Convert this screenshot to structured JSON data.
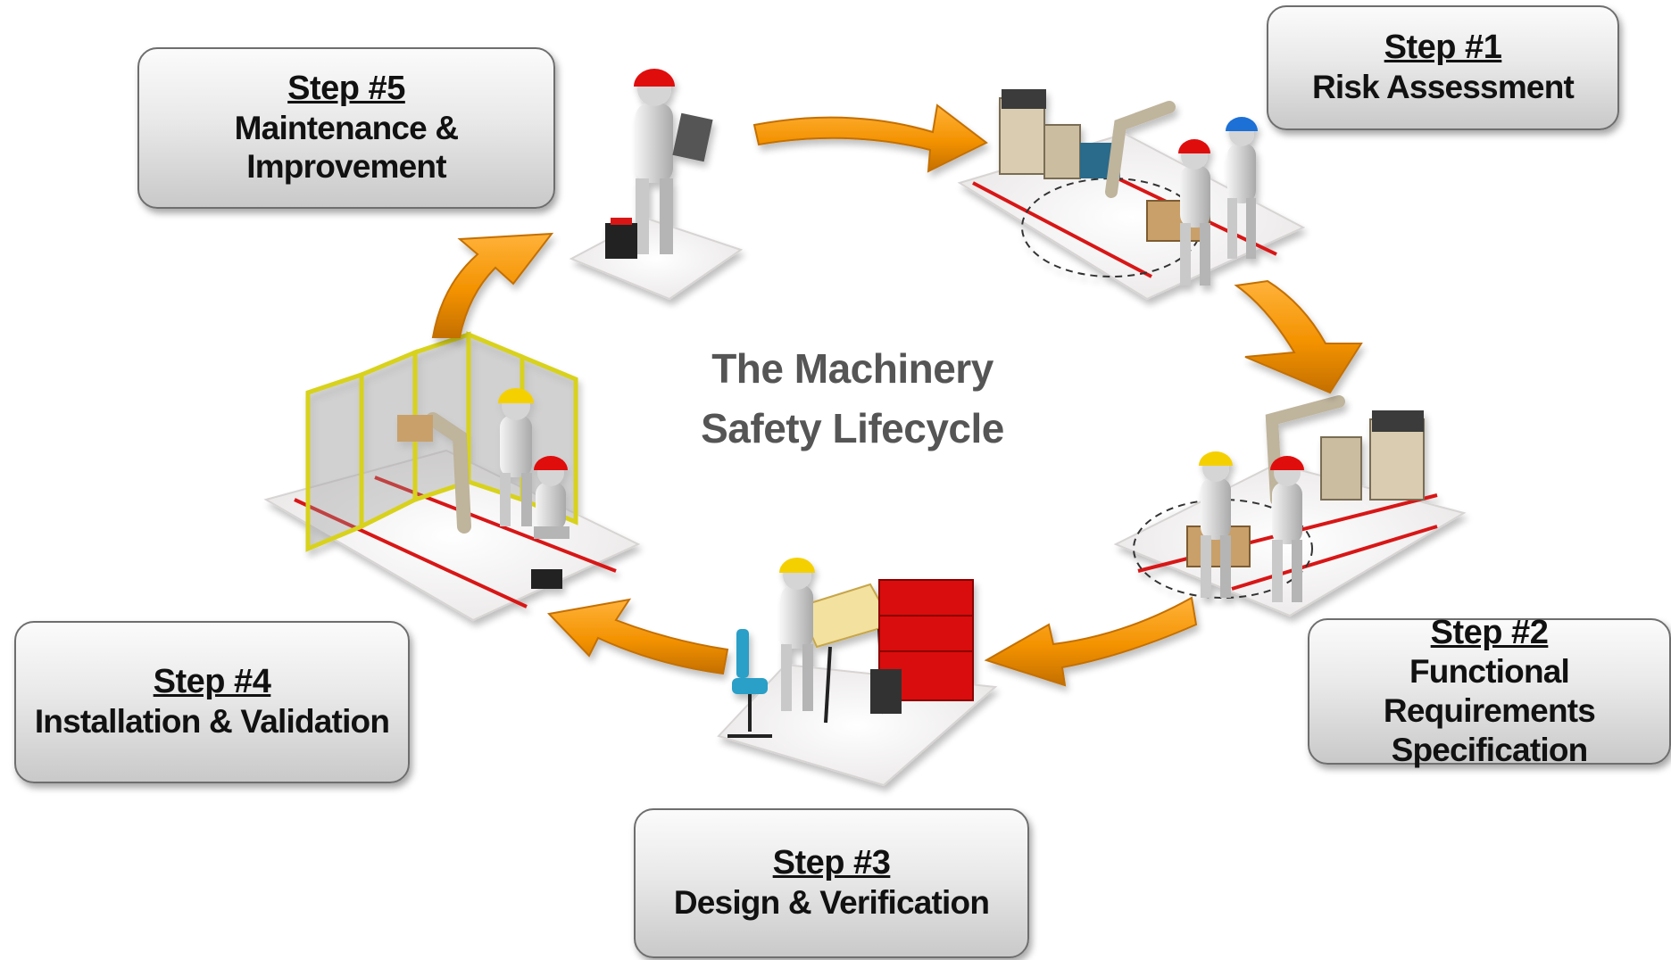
{
  "diagram": {
    "title_lines": [
      "The Machinery",
      "Safety Lifecycle"
    ],
    "steps": [
      {
        "number": "Step #1",
        "title": "Risk Assessment"
      },
      {
        "number": "Step #2",
        "title": "Functional Requirements\nSpecification"
      },
      {
        "number": "Step #3",
        "title": "Design & Verification"
      },
      {
        "number": "Step #4",
        "title": "Installation & Validation"
      },
      {
        "number": "Step #5",
        "title": "Maintenance & Improvement"
      }
    ],
    "colors": {
      "arrow": "#f39200",
      "arrow_dark": "#c46f00",
      "hard_hat_red": "#e00d0d",
      "hard_hat_yellow": "#f5d000",
      "hard_hat_blue": "#1f6fd6",
      "safety_line": "#d81818",
      "fence": "#d8d21a",
      "cabinet": "#d90e0e",
      "chair": "#2a9fc7"
    }
  }
}
